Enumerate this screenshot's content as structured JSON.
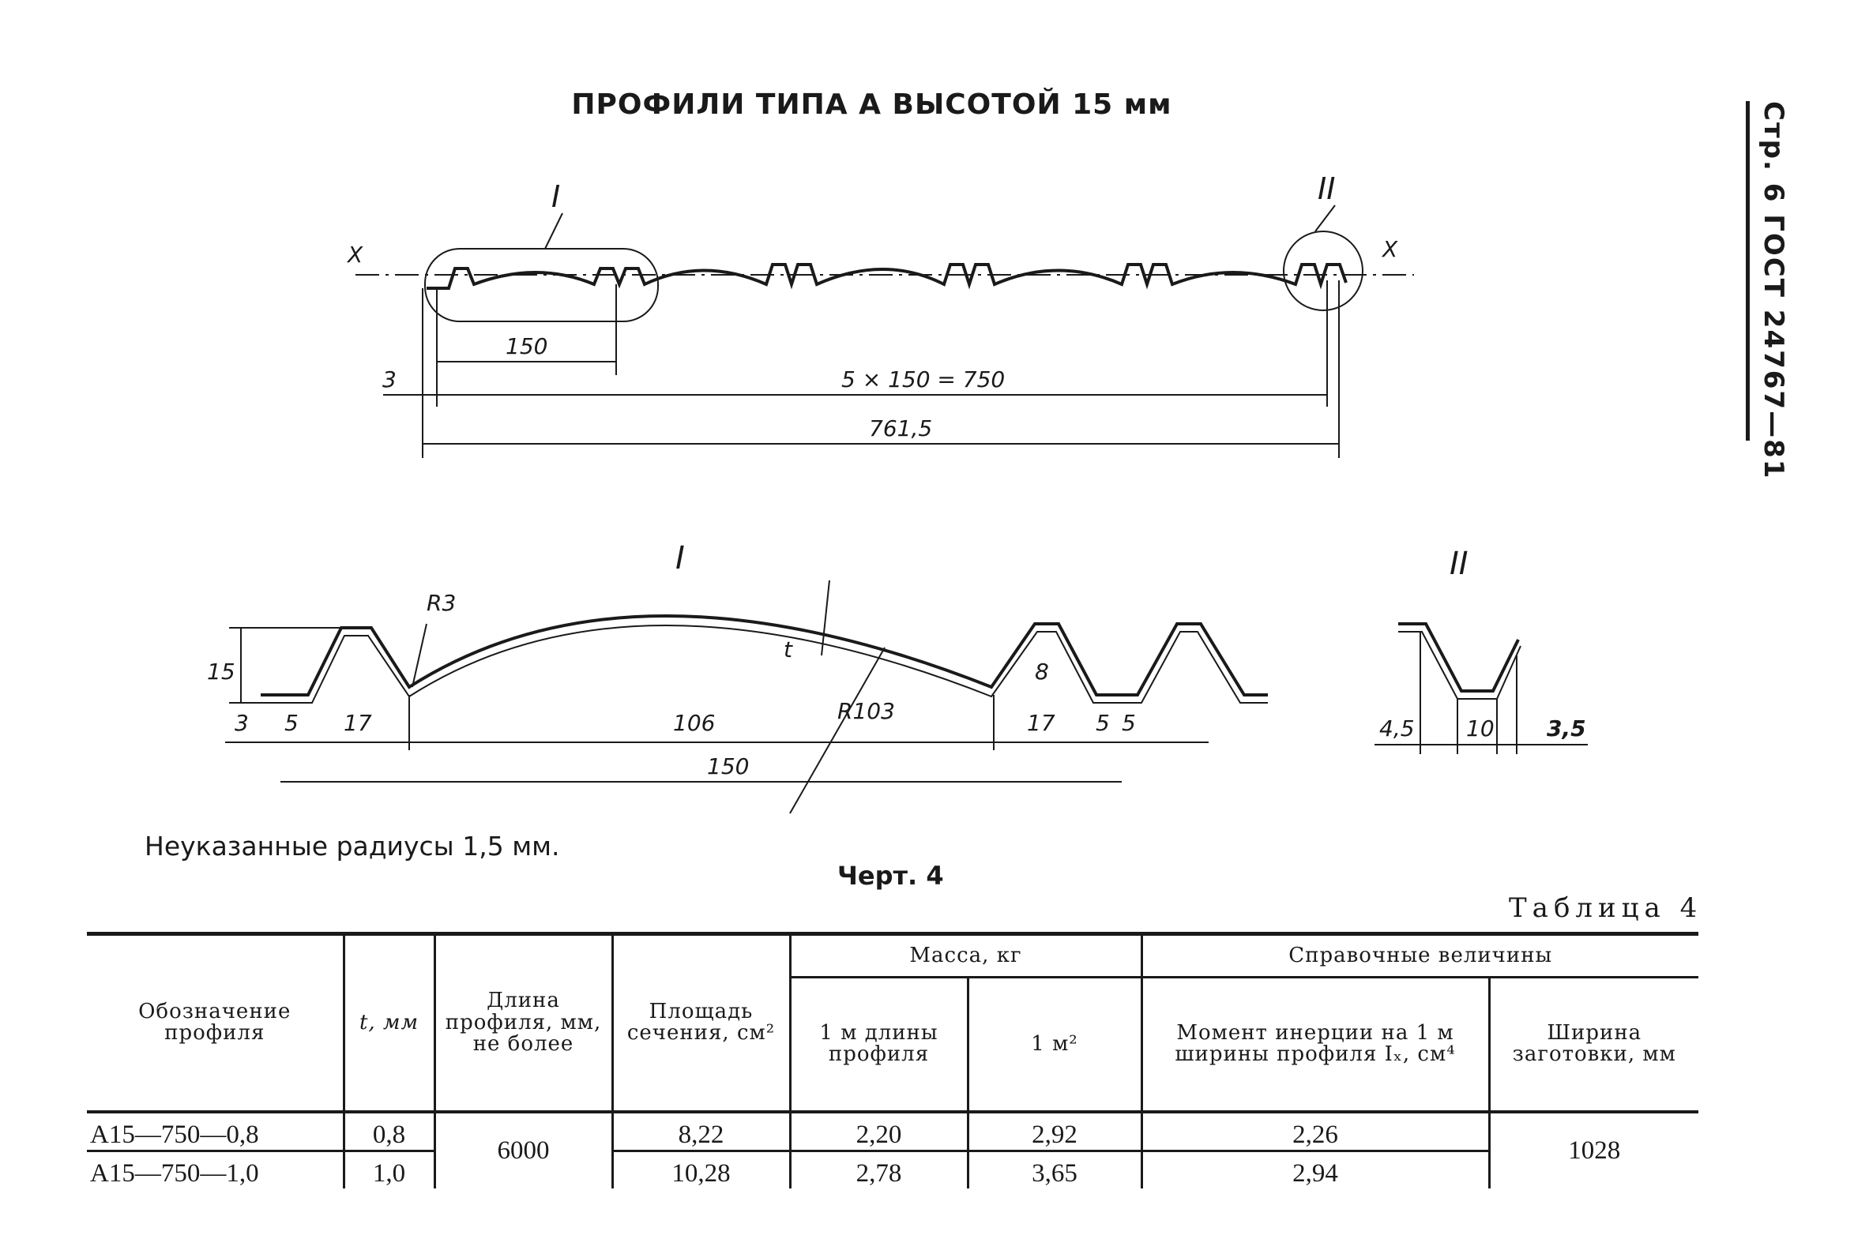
{
  "header": {
    "title": "ПРОФИЛИ ТИПА А ВЫСОТОЙ 15 мм",
    "side_label": "Стр. 6 ГОСТ 24767—81"
  },
  "drawing_main": {
    "detail_I": "I",
    "detail_II": "II",
    "axis_left": "X",
    "axis_right": "X",
    "dim_150": "150",
    "dim_3": "3",
    "dim_750": "5 × 150 = 750",
    "dim_761_5": "761,5"
  },
  "drawing_detail_I": {
    "label": "I",
    "r3": "R3",
    "h15": "15",
    "t": "t",
    "r103": "R103",
    "d8": "8",
    "d3": "3",
    "d5a": "5",
    "d17a": "17",
    "d106": "106",
    "d17b": "17",
    "d5b": "5",
    "d5c": "5",
    "d150": "150"
  },
  "drawing_detail_II": {
    "label": "II",
    "d4_5": "4,5",
    "d10": "10",
    "d3_5": "3,5"
  },
  "note": "Неуказанные радиусы 1,5 мм.",
  "caption": "Черт. 4",
  "table": {
    "title": "Таблица 4",
    "headers": {
      "designation": "Обозначение профиля",
      "t": "t, мм",
      "length": "Длина профиля, мм, не более",
      "area": "Площадь сечения, см²",
      "mass_group": "Масса, кг",
      "mass_1m": "1 м длины профиля",
      "mass_1m2": "1 м²",
      "ref_group": "Справочные величины",
      "inertia": "Момент инерции на 1 м ширины профиля Iₓ, см⁴",
      "blank_width": "Ширина заготовки, мм"
    },
    "rows": [
      {
        "designation": "А15—750—0,8",
        "t": "0,8",
        "area": "8,22",
        "mass_1m": "2,20",
        "mass_1m2": "2,92",
        "inertia": "2,26"
      },
      {
        "designation": "А15—750—1,0",
        "t": "1,0",
        "area": "10,28",
        "mass_1m": "2,78",
        "mass_1m2": "3,65",
        "inertia": "2,94"
      }
    ],
    "shared": {
      "length": "6000",
      "blank_width": "1028"
    }
  }
}
